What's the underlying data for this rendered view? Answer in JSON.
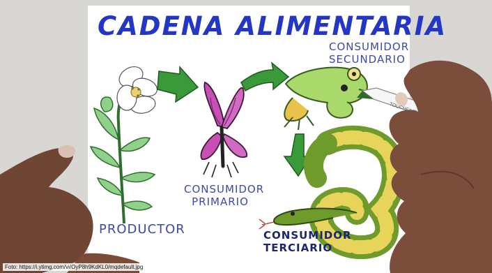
{
  "poster": {
    "title": "CADENA ALIMENTARIA",
    "labels": {
      "producer": "PRODUCTOR",
      "primary_line1": "CONSUMIDOR",
      "primary_line2": "PRIMARIO",
      "secondary_line1": "CONSUMIDOR",
      "secondary_line2": "SECUNDARIO",
      "tertiary_line1": "CONSUMIDOR",
      "tertiary_line2": "TERCIARIO"
    },
    "marker_text": "TOUCHFIVE"
  },
  "caption": "Foto: https://i.ytimg.com/vi/OyP8h9KdKL0/mqdefault.jpg",
  "colors": {
    "title_blue": "#2337c4",
    "arrow_green": "#3a9a3a",
    "leaf_green": "#8fd18a",
    "butterfly_pink": "#c84fb3",
    "frog_green": "#a9d96b",
    "snake_yellow": "#e7d45a",
    "snake_green": "#6f9a2c",
    "skin": "#7a4e3a"
  }
}
